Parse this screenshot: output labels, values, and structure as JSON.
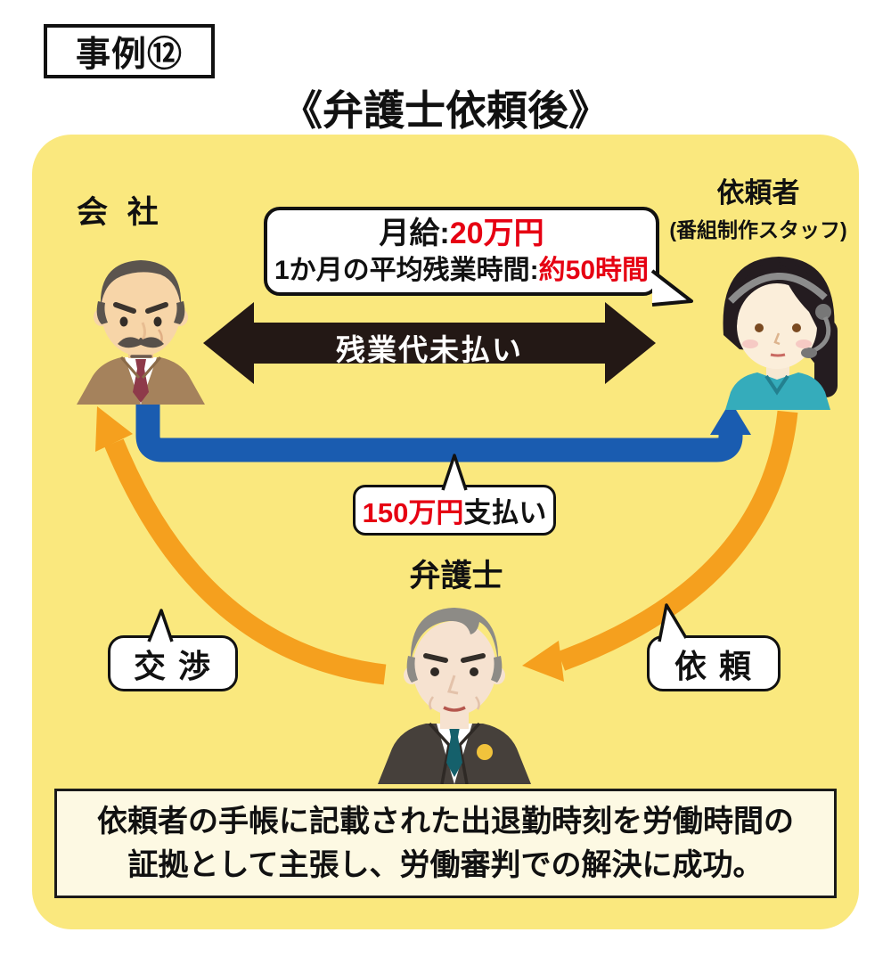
{
  "badge": {
    "label": "事例⑫"
  },
  "title": "《弁護士依頼後》",
  "diagram": {
    "company": {
      "label": "会 社"
    },
    "client": {
      "label": "依頼者",
      "sublabel": "(番組制作スタッフ)"
    },
    "lawyer": {
      "label": "弁護士"
    },
    "salary_bubble": {
      "line1_label": "月給:",
      "line1_value": "20万円",
      "line2_label": "1か月の平均残業時間:",
      "line2_value": "約50時間"
    },
    "dispute_arrow_label": "残業代未払い",
    "payment_bubble": {
      "value": "150万円",
      "suffix": "支払い"
    },
    "negotiation_label": "交 渉",
    "request_label": "依 頼"
  },
  "result_box": {
    "line1": "依頼者の手帳に記載された出退勤時刻を労働時間の",
    "line2": "証拠として主張し、労働審判での解決に成功。"
  },
  "colors": {
    "card_bg": "#FAE87E",
    "dispute_arrow": "#231815",
    "payment_arrow": "#1A5CB0",
    "lawyer_arrows": "#F5A01E",
    "accent_red": "#E60012",
    "result_bg": "#FDF9E3"
  }
}
